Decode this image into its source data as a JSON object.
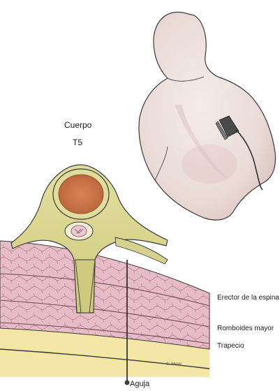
{
  "labels": {
    "vertebra_body_line1": "Cuerpo",
    "vertebra_body_line2": "T5",
    "erector": "Erector de la espina",
    "romboides": "Romboides mayor",
    "trapecio": "Trapecio",
    "needle": "Aguja"
  },
  "signature": "S. Meier",
  "colors": {
    "skin": "#efe6e1",
    "skin_shade": "#dcc8c4",
    "outline": "#3a3a3a",
    "bone": "#d8d49a",
    "bone_dark": "#b9b56c",
    "marrow": "#c9744a",
    "muscle": "#e4b8c2",
    "muscle_line": "#b07282",
    "fat": "#f3e39a",
    "probe": "#4a4a4a",
    "needle": "#222222"
  }
}
